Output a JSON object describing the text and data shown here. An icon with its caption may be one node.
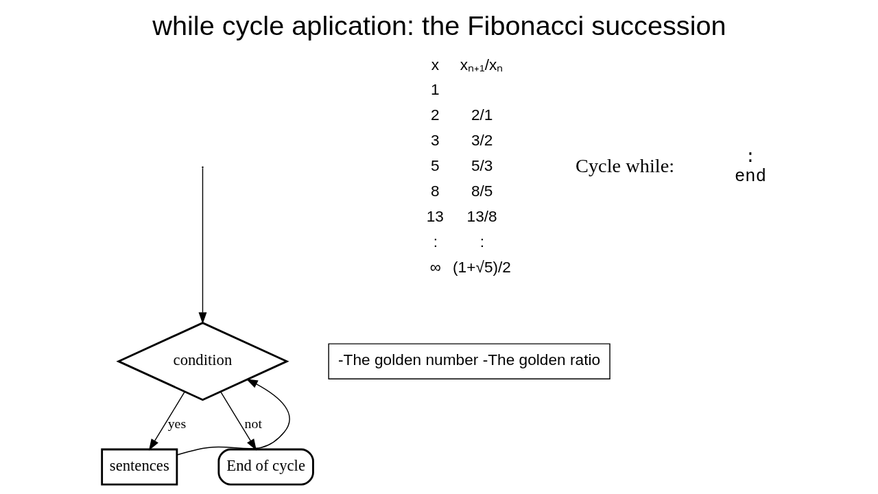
{
  "diagram": {
    "title": "while cycle aplication: the Fibonacci succession",
    "nodes": [
      {
        "text": [
          "condition"
        ]
      },
      {
        "text": [
          "sentences"
        ]
      },
      {
        "text": [
          "End of cycle"
        ]
      },
      {
        "text": [
          "-The golden number -The golden ratio"
        ]
      }
    ],
    "edges": [
      {
        "from": null,
        "to": 0,
        "arrow": "to"
      },
      {
        "from": 0,
        "to": 1,
        "label": "yes",
        "arrow": "to"
      },
      {
        "from": 1,
        "to": 0,
        "arrow": "to"
      },
      {
        "from": 0,
        "to": 2,
        "label": "not",
        "arrow": "to"
      }
    ],
    "labels": [
      "Cycle while:",
      ":",
      "end",
      "x",
      "xₙ₊₁/xₙ",
      "1",
      "2",
      "2/1",
      "3",
      "3/2",
      "5",
      "5/3",
      "8",
      "8/5",
      "13",
      "13/8",
      ":",
      ":",
      "∞",
      "(1+√5)/2"
    ]
  }
}
